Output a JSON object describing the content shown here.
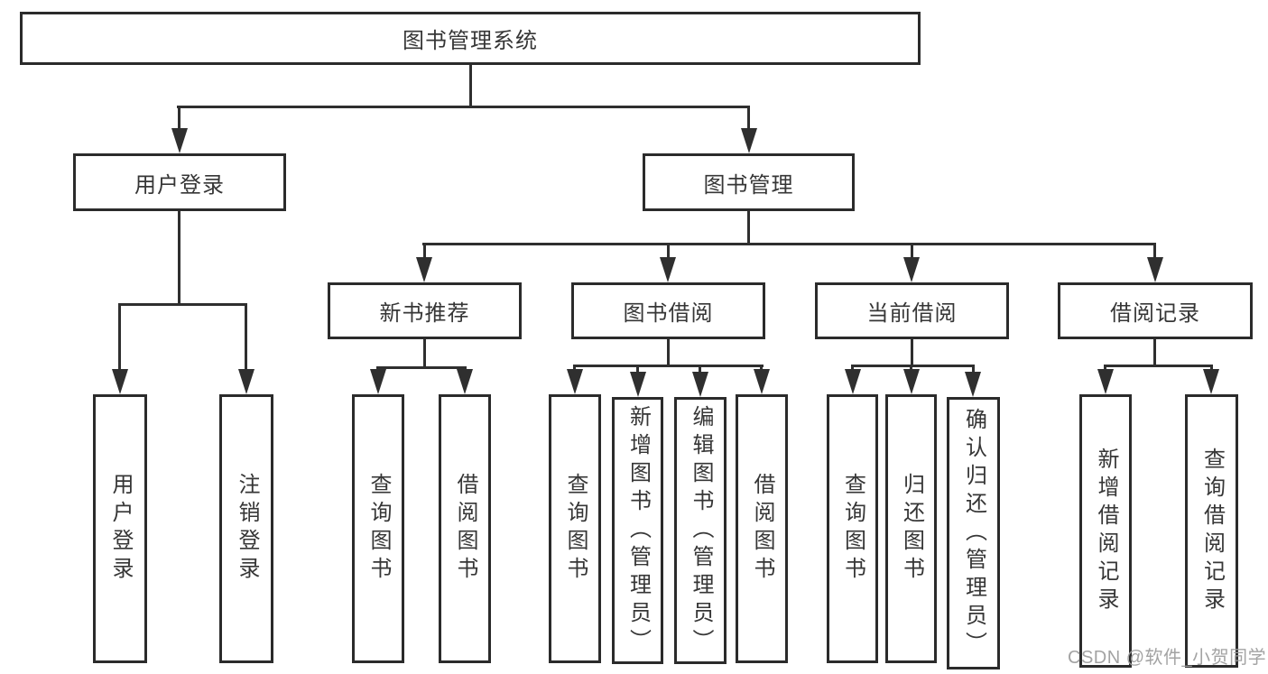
{
  "diagram_type": "functional-structure-tree",
  "colors": {
    "line": "#2f2f2f",
    "box_border": "#2b2b2b",
    "box_background": "#ffffff",
    "text": "#333333",
    "watermark": "#9e9e9e"
  },
  "nodes": {
    "root": {
      "label": "图书管理系统"
    },
    "user_login": {
      "label": "用户登录"
    },
    "book_management": {
      "label": "图书管理"
    },
    "leaf_user_login": {
      "label": "用户登录"
    },
    "leaf_logout": {
      "label": "注销登录"
    },
    "new_book_recommend": {
      "label": "新书推荐"
    },
    "book_borrowing": {
      "label": "图书借阅"
    },
    "current_borrowing": {
      "label": "当前借阅"
    },
    "borrowing_records": {
      "label": "借阅记录"
    },
    "nbr_query_books": {
      "label": "查询图书"
    },
    "nbr_borrow_books": {
      "label": "借阅图书"
    },
    "bb_query_books": {
      "label": "查询图书"
    },
    "bb_add_books": {
      "label": "新增图书（管理员）"
    },
    "bb_edit_books": {
      "label": "编辑图书（管理员）"
    },
    "bb_borrow_books": {
      "label": "借阅图书"
    },
    "cb_query_books": {
      "label": "查询图书"
    },
    "cb_return_books": {
      "label": "归还图书"
    },
    "cb_confirm_return": {
      "label": "确认归还（管理员）"
    },
    "br_add_record": {
      "label": "新增借阅记录"
    },
    "br_query_record": {
      "label": "查询借阅记录"
    }
  },
  "watermark": {
    "text": "CSDN @软件_小贺同学"
  },
  "tree": {
    "root": "图书管理系统",
    "children": [
      {
        "label": "用户登录",
        "children": [
          "用户登录",
          "注销登录"
        ]
      },
      {
        "label": "图书管理",
        "children": [
          {
            "label": "新书推荐",
            "children": [
              "查询图书",
              "借阅图书"
            ]
          },
          {
            "label": "图书借阅",
            "children": [
              "查询图书",
              "新增图书（管理员）",
              "编辑图书（管理员）",
              "借阅图书"
            ]
          },
          {
            "label": "当前借阅",
            "children": [
              "查询图书",
              "归还图书",
              "确认归还（管理员）"
            ]
          },
          {
            "label": "借阅记录",
            "children": [
              "新增借阅记录",
              "查询借阅记录"
            ]
          }
        ]
      }
    ]
  }
}
